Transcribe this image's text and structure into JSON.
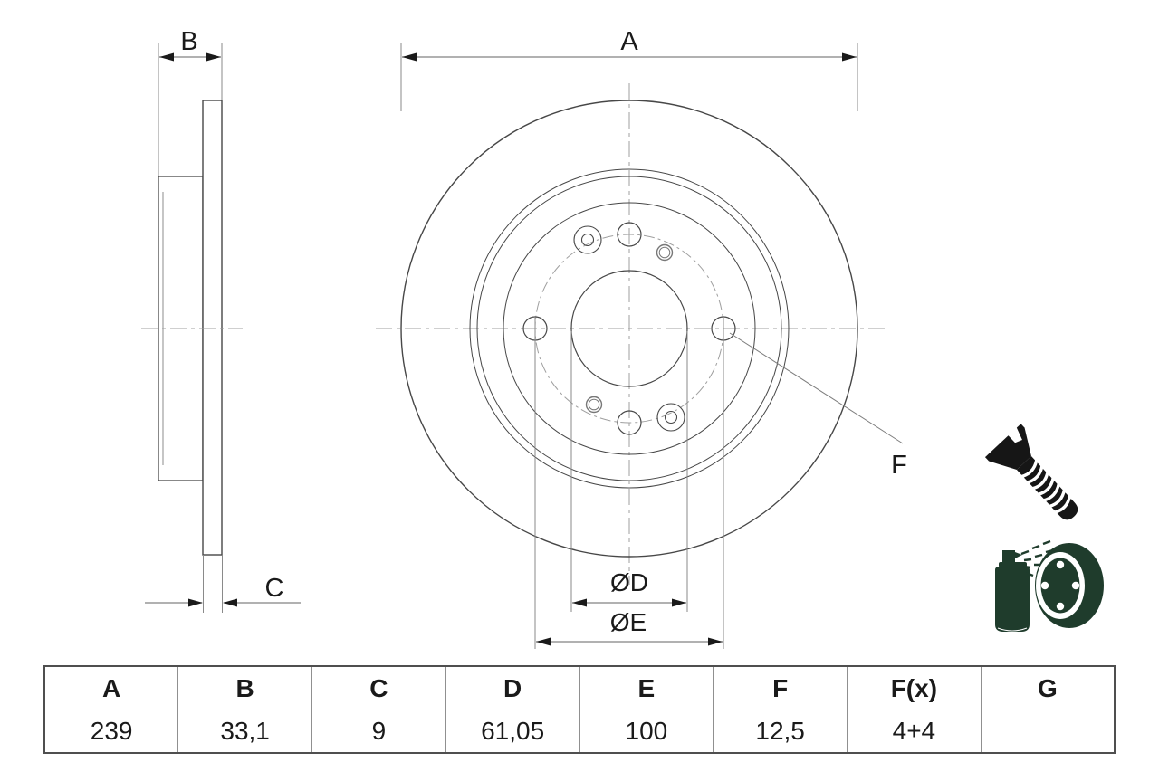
{
  "page": {
    "title": "Brake disc technical drawing"
  },
  "dimensions": {
    "a_label": "A",
    "b_label": "B",
    "c_label": "C",
    "d_label": "ØD",
    "e_label": "ØE",
    "f_label": "F"
  },
  "table": {
    "headers": [
      "A",
      "B",
      "C",
      "D",
      "E",
      "F",
      "F(x)",
      "G"
    ],
    "values": [
      "239",
      "33,1",
      "9",
      "61,05",
      "100",
      "12,5",
      "4+4",
      ""
    ]
  },
  "icons": {
    "screw": "countersunk-screw-icon",
    "spray_disc": "spray-coated-disc-icon"
  },
  "colors": {
    "drawing_line": "#474747",
    "dim_line": "#828282",
    "centerline": "#9f9f9f",
    "arrow": "#1a1a1a",
    "icon_black": "#161616",
    "icon_green": "#1f3c2c",
    "text": "#1a1a1a",
    "table_border_outer": "#4f4f4f",
    "table_border_inner": "#909090"
  }
}
